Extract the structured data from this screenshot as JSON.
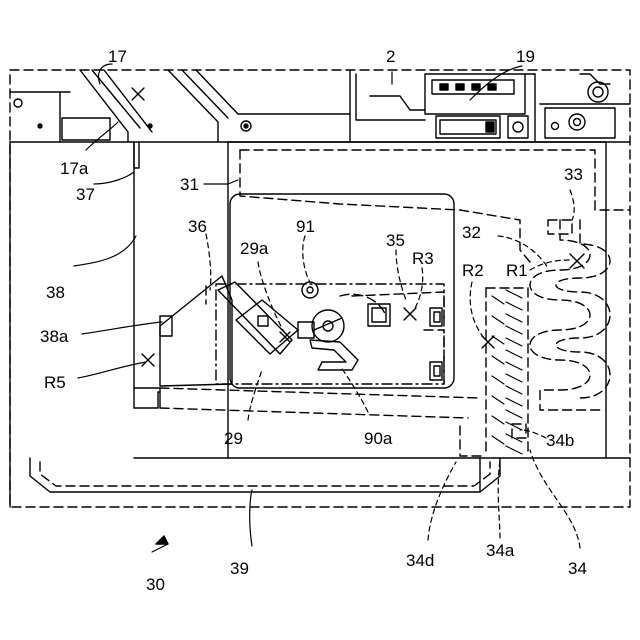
{
  "labels": {
    "l17": "17",
    "l2": "2",
    "l19": "19",
    "l17a": "17a",
    "l31": "31",
    "l33": "33",
    "l37": "37",
    "l36": "36",
    "l91": "91",
    "l29a": "29a",
    "l35": "35",
    "l32": "32",
    "l38": "38",
    "lR3": "R3",
    "lR2": "R2",
    "lR1": "R1",
    "l38a": "38a",
    "lR5": "R5",
    "l29": "29",
    "l90a": "90a",
    "l34b": "34b",
    "l30": "30",
    "l39": "39",
    "l34d": "34d",
    "l34a": "34a",
    "l34": "34"
  }
}
